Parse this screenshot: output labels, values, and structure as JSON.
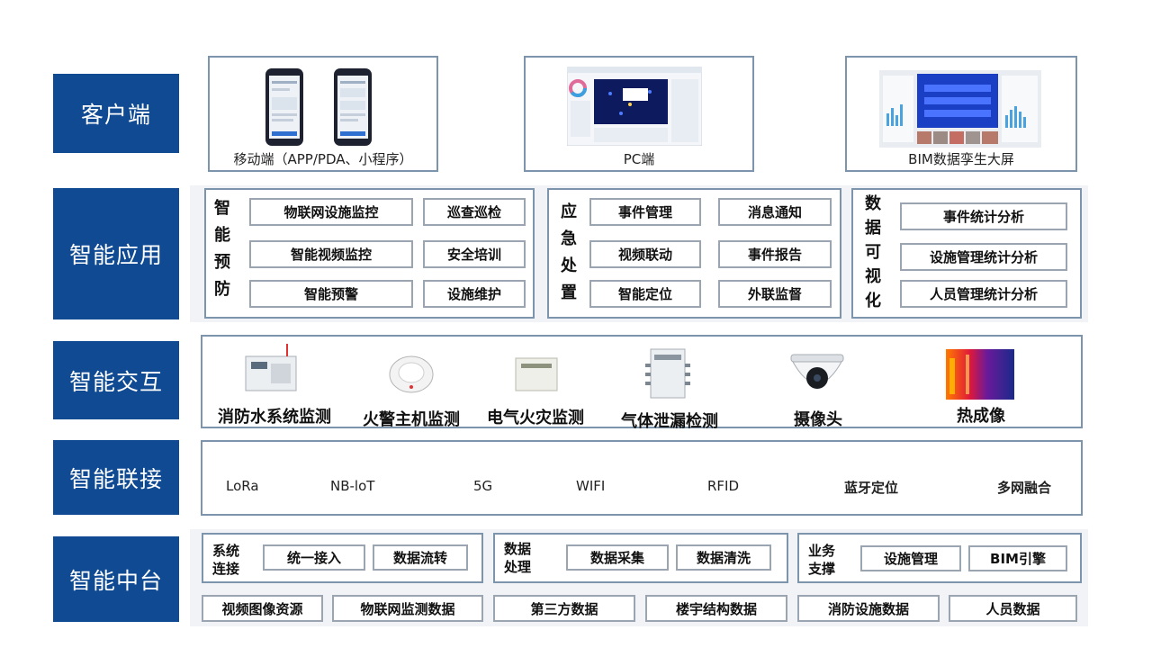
{
  "layers": {
    "client": "客户端",
    "app": "智能应用",
    "interaction": "智能交互",
    "connect": "智能联接",
    "middle": "智能中台"
  },
  "client": {
    "mobile_caption": "移动端（APP/PDA、小程序）",
    "pc_caption": "PC端",
    "bim_caption": "BIM数据孪生大屏"
  },
  "app": {
    "prevent": {
      "title": [
        "智",
        "能",
        "预",
        "防"
      ],
      "items": [
        "物联网设施监控",
        "巡查巡检",
        "智能视频监控",
        "安全培训",
        "智能预警",
        "设施维护"
      ]
    },
    "emergency": {
      "title": [
        "应",
        "急",
        "处",
        "置"
      ],
      "items": [
        "事件管理",
        "消息通知",
        "视频联动",
        "事件报告",
        "智能定位",
        "外联监督"
      ]
    },
    "visual": {
      "title": [
        "数",
        "据",
        "可",
        "视",
        "化"
      ],
      "items": [
        "事件统计分析",
        "设施管理统计分析",
        "人员管理统计分析"
      ]
    }
  },
  "interaction": {
    "devices": [
      "消防水系统监测",
      "火警主机监测",
      "电气火灾监测",
      "气体泄漏检测",
      "摄像头",
      "热成像"
    ]
  },
  "connect": {
    "items": [
      "LoRa",
      "NB-loT",
      "5G",
      "WIFI",
      "RFID",
      "蓝牙定位",
      "多网融合"
    ]
  },
  "middle": {
    "sys": {
      "title": [
        "系统",
        "连接"
      ],
      "items": [
        "统一接入",
        "数据流转"
      ]
    },
    "data": {
      "title": [
        "数据",
        "处理"
      ],
      "items": [
        "数据采集",
        "数据清洗"
      ]
    },
    "biz": {
      "title": [
        "业务",
        "支撑"
      ],
      "items": [
        "设施管理",
        "BIM引擎"
      ]
    },
    "resources": [
      "视频图像资源",
      "物联网监测数据",
      "第三方数据",
      "楼宇结构数据",
      "消防设施数据",
      "人员数据"
    ]
  },
  "colors": {
    "layer_blue": "#0f4a93",
    "frame_border": "#7d94ad",
    "chip_border": "#9aa5b1"
  }
}
